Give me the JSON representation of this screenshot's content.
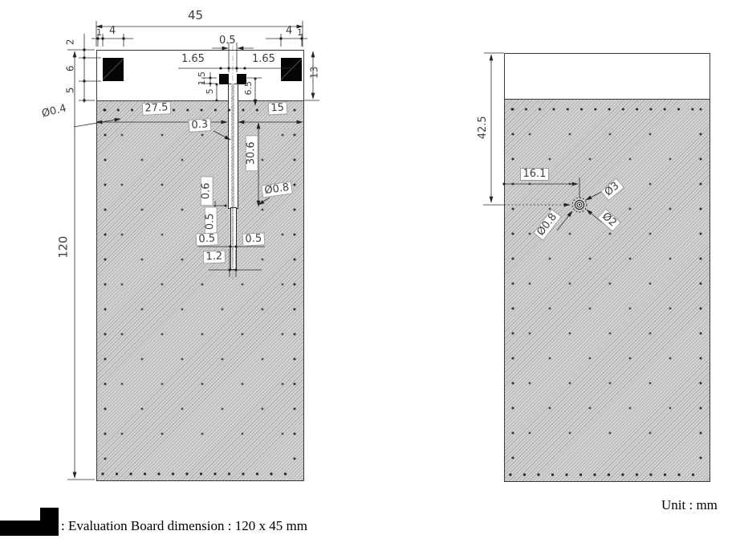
{
  "front_view": {
    "board_width": "45",
    "board_height": "120",
    "top_band_height": "13",
    "pad_edge_gap_left": "1",
    "pad_width_left": "4",
    "pad_width_right": "4",
    "pad_edge_gap_right": "1",
    "pad_top_margin": "2",
    "pad_height": "6",
    "pad_bottom_gap": "5",
    "feed_gap": "0.5",
    "clearance_left": "1.65",
    "clearance_right": "1.65",
    "feed_detail": "1.5",
    "feed_left_len": "5",
    "feed_right_len": "6.5",
    "ground_span_left": "27.5",
    "ground_span_right": "15",
    "slot_gap": "0.3",
    "slot_length": "30.6",
    "step_width": "0.6",
    "step_hole_dia": "Ø0.8",
    "seg_width_vert": "0.5",
    "seg_width_left": "0.5",
    "seg_width_right": "0.5",
    "tip_width": "1.2",
    "via_dia": "Ø0.4"
  },
  "back_view": {
    "hole_offset_top": "42.5",
    "hole_offset_left": "16.1",
    "hole_dia_outer": "Ø3",
    "hole_dia_mid": "Ø2",
    "hole_dia_inner": "Ø0.8"
  },
  "footer": {
    "caption_prefix": ":",
    "caption": "Evaluation Board dimension : 120 x 45 mm",
    "unit_note": "Unit : mm"
  }
}
